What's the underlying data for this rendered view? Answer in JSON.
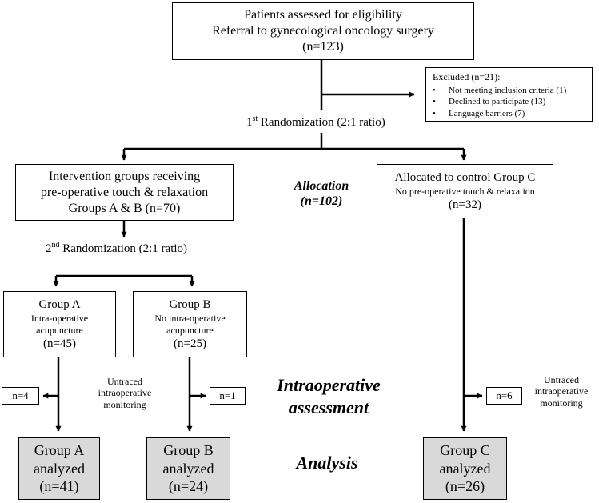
{
  "eligibility": {
    "line1": "Patients assessed for eligibility",
    "line2": "Referral to gynecological oncology surgery",
    "count": "(n=123)"
  },
  "excluded": {
    "title": "Excluded  (n=21):",
    "bullet": "•",
    "items": [
      "Not meeting inclusion criteria (1)",
      "Declined to participate (13)",
      "Language barriers (7)"
    ]
  },
  "randomization1": {
    "number": "1",
    "suffix": "st",
    "text": " Randomization (2:1 ratio)"
  },
  "intervention": {
    "line1": "Intervention groups receiving",
    "line2": "pre-operative touch & relaxation",
    "line3": "Groups A & B (n=70)"
  },
  "allocation": {
    "label": "Allocation",
    "count": "(n=102)"
  },
  "control": {
    "line1": "Allocated to control Group C",
    "line2": "No pre-operative touch & relaxation",
    "count": "(n=32)"
  },
  "randomization2": {
    "number": "2",
    "suffix": "nd",
    "text": " Randomization (2:1 ratio)"
  },
  "groupA": {
    "title": "Group A",
    "line1": "Intra-operative",
    "line2": "acupuncture",
    "count": "(n=45)"
  },
  "groupB": {
    "title": "Group B",
    "line1": "No intra-operative",
    "line2": "acupuncture",
    "count": "(n=25)"
  },
  "untracedAB": {
    "line1": "Untraced",
    "line2": "intraoperative",
    "line3": "monitoring"
  },
  "untracedC": {
    "line1": "Untraced",
    "line2": "intraoperative",
    "line3": "monitoring"
  },
  "lossA": "n=4",
  "lossB": "n=1",
  "lossC": "n=6",
  "intraop": {
    "line1": "Intraoperative",
    "line2": "assessment"
  },
  "analysisLabel": "Analysis",
  "analyzedA": {
    "title": "Group A",
    "line2": "analyzed",
    "count": "(n=41)"
  },
  "analyzedB": {
    "title": "Group B",
    "line2": "analyzed",
    "count": "(n=24)"
  },
  "analyzedC": {
    "title": "Group C",
    "line2": "analyzed",
    "count": "(n=26)"
  }
}
